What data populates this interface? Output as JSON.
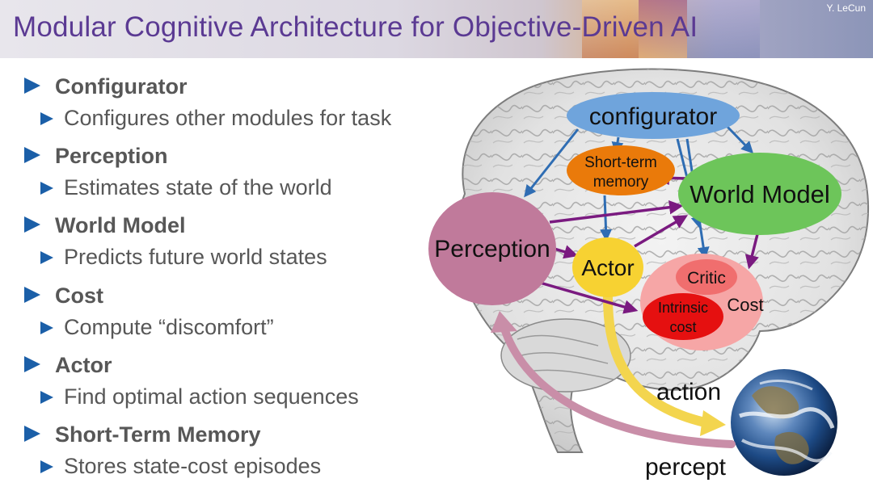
{
  "slide": {
    "title": "Modular Cognitive Architecture for Objective-Driven AI",
    "author": "Y. LeCun"
  },
  "bullets": [
    {
      "heading": "Configurator",
      "detail": "Configures other modules for task"
    },
    {
      "heading": "Perception",
      "detail": "Estimates state of the world"
    },
    {
      "heading": "World Model",
      "detail": "Predicts future world states"
    },
    {
      "heading": "Cost",
      "detail": "Compute “discomfort”"
    },
    {
      "heading": "Actor",
      "detail": "Find optimal action sequences"
    },
    {
      "heading": "Short-Term Memory",
      "detail": "Stores state-cost episodes"
    }
  ],
  "diagram": {
    "configurator": "configurator",
    "short_term_memory_line1": "Short-term",
    "short_term_memory_line2": "memory",
    "world_model": "World Model",
    "perception": "Perception",
    "actor": "Actor",
    "critic": "Critic",
    "intrinsic_cost_line1": "Intrinsic",
    "intrinsic_cost_line2": "cost",
    "cost": "Cost",
    "action": "action",
    "percept": "percept"
  },
  "colors": {
    "title": "#5b3a93",
    "bullet_marker": "#1b5fa8",
    "configurator_fill": "#6fa4dc",
    "short_term_memory_fill": "#ea7a0a",
    "world_model_fill": "#6dc55a",
    "perception_fill": "#c07a9b",
    "actor_fill": "#f7d232",
    "cost_fill": "#f6a6a6",
    "critic_fill": "#f06e6e",
    "intrinsic_cost_fill": "#e51010",
    "blue_arrow": "#2f6db3",
    "purple_arrow": "#7a1a80",
    "action_arrow": "#f3d54e",
    "percept_arrow": "#c98ea8"
  }
}
